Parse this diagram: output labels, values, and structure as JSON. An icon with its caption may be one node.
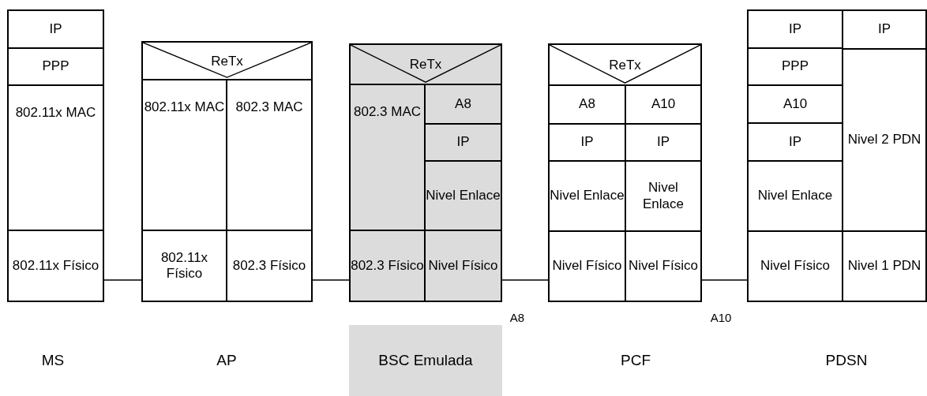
{
  "diagram": {
    "nodes": [
      {
        "text": [
          "IP"
        ]
      },
      {
        "text": [
          "PPP"
        ]
      },
      {
        "text": [
          "802.11x MAC"
        ]
      },
      {
        "text": [
          "802.11x Físico"
        ]
      },
      {
        "text": [
          "ReTx"
        ]
      },
      {
        "text": [
          "802.11x MAC"
        ]
      },
      {
        "text": [
          "802.3 MAC"
        ]
      },
      {
        "text": [
          "802.11x Físico"
        ]
      },
      {
        "text": [
          "802.3 Físico"
        ]
      },
      {
        "text": [
          "ReTx"
        ]
      },
      {
        "text": [
          "802.3 MAC"
        ]
      },
      {
        "text": [
          "A8"
        ]
      },
      {
        "text": [
          "IP"
        ]
      },
      {
        "text": [
          "Nivel Enlace"
        ]
      },
      {
        "text": [
          "802.3 Físico"
        ]
      },
      {
        "text": [
          "Nivel Físico"
        ]
      },
      {
        "text": [
          "ReTx"
        ]
      },
      {
        "text": [
          "A8"
        ]
      },
      {
        "text": [
          "A10"
        ]
      },
      {
        "text": [
          "IP"
        ]
      },
      {
        "text": [
          "IP"
        ]
      },
      {
        "text": [
          "Nivel Enlace"
        ]
      },
      {
        "text": [
          "Nivel Enlace"
        ]
      },
      {
        "text": [
          "Nivel Físico"
        ]
      },
      {
        "text": [
          "Nivel Físico"
        ]
      },
      {
        "text": [
          "IP"
        ]
      },
      {
        "text": [
          "IP"
        ]
      },
      {
        "text": [
          "PPP"
        ]
      },
      {
        "text": [
          "Nivel 2 PDN"
        ]
      },
      {
        "text": [
          "A10"
        ]
      },
      {
        "text": [
          "IP"
        ]
      },
      {
        "text": [
          "Nivel Enlace"
        ]
      },
      {
        "text": [
          "Nivel Físico"
        ]
      },
      {
        "text": [
          "Nivel 1 PDN"
        ]
      },
      {
        "text": [
          "BSC Emulada"
        ]
      }
    ],
    "edges": [
      {
        "from": 3,
        "to": 7,
        "arrow": "none"
      },
      {
        "from": 8,
        "to": 14,
        "arrow": "none"
      },
      {
        "from": 15,
        "to": 23,
        "arrow": "none"
      },
      {
        "from": 24,
        "to": 32,
        "arrow": "none"
      }
    ],
    "labels": [
      "A8",
      "A10",
      "MS",
      "AP",
      "PCF",
      "PDSN"
    ]
  }
}
